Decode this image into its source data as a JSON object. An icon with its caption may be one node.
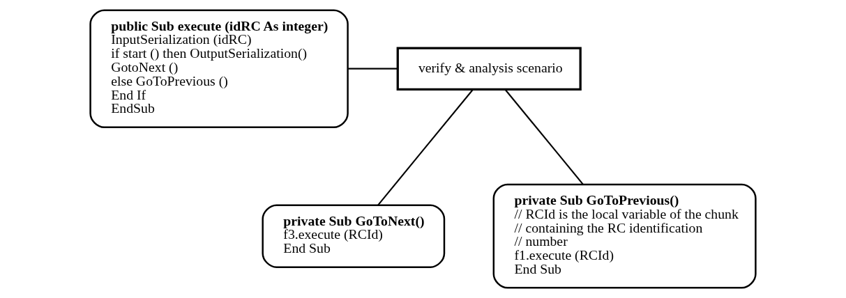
{
  "diagram": {
    "nodes": [
      {
        "text": [
          "public Sub execute (idRC As integer)",
          "InputSerialization (idRC)",
          "if start () then OutputSerialization()",
          "GotoNext ()",
          "else GoToPrevious ()",
          "End If",
          "EndSub"
        ]
      },
      {
        "text": [
          "verify & analysis scenario"
        ]
      },
      {
        "text": [
          "private Sub GoToNext()",
          "f3.execute (RCId)",
          "End Sub"
        ]
      },
      {
        "text": [
          "private Sub GoToPrevious()",
          "// RCId is the local variable of the chunk",
          "// containing the RC identification",
          "// number",
          "f1.execute (RCId)",
          "End Sub"
        ]
      }
    ],
    "edges": [
      {
        "from": 0,
        "to": 1,
        "arrow": "none"
      },
      {
        "from": 1,
        "to": 2,
        "arrow": "none"
      },
      {
        "from": 1,
        "to": 3,
        "arrow": "none"
      }
    ]
  }
}
